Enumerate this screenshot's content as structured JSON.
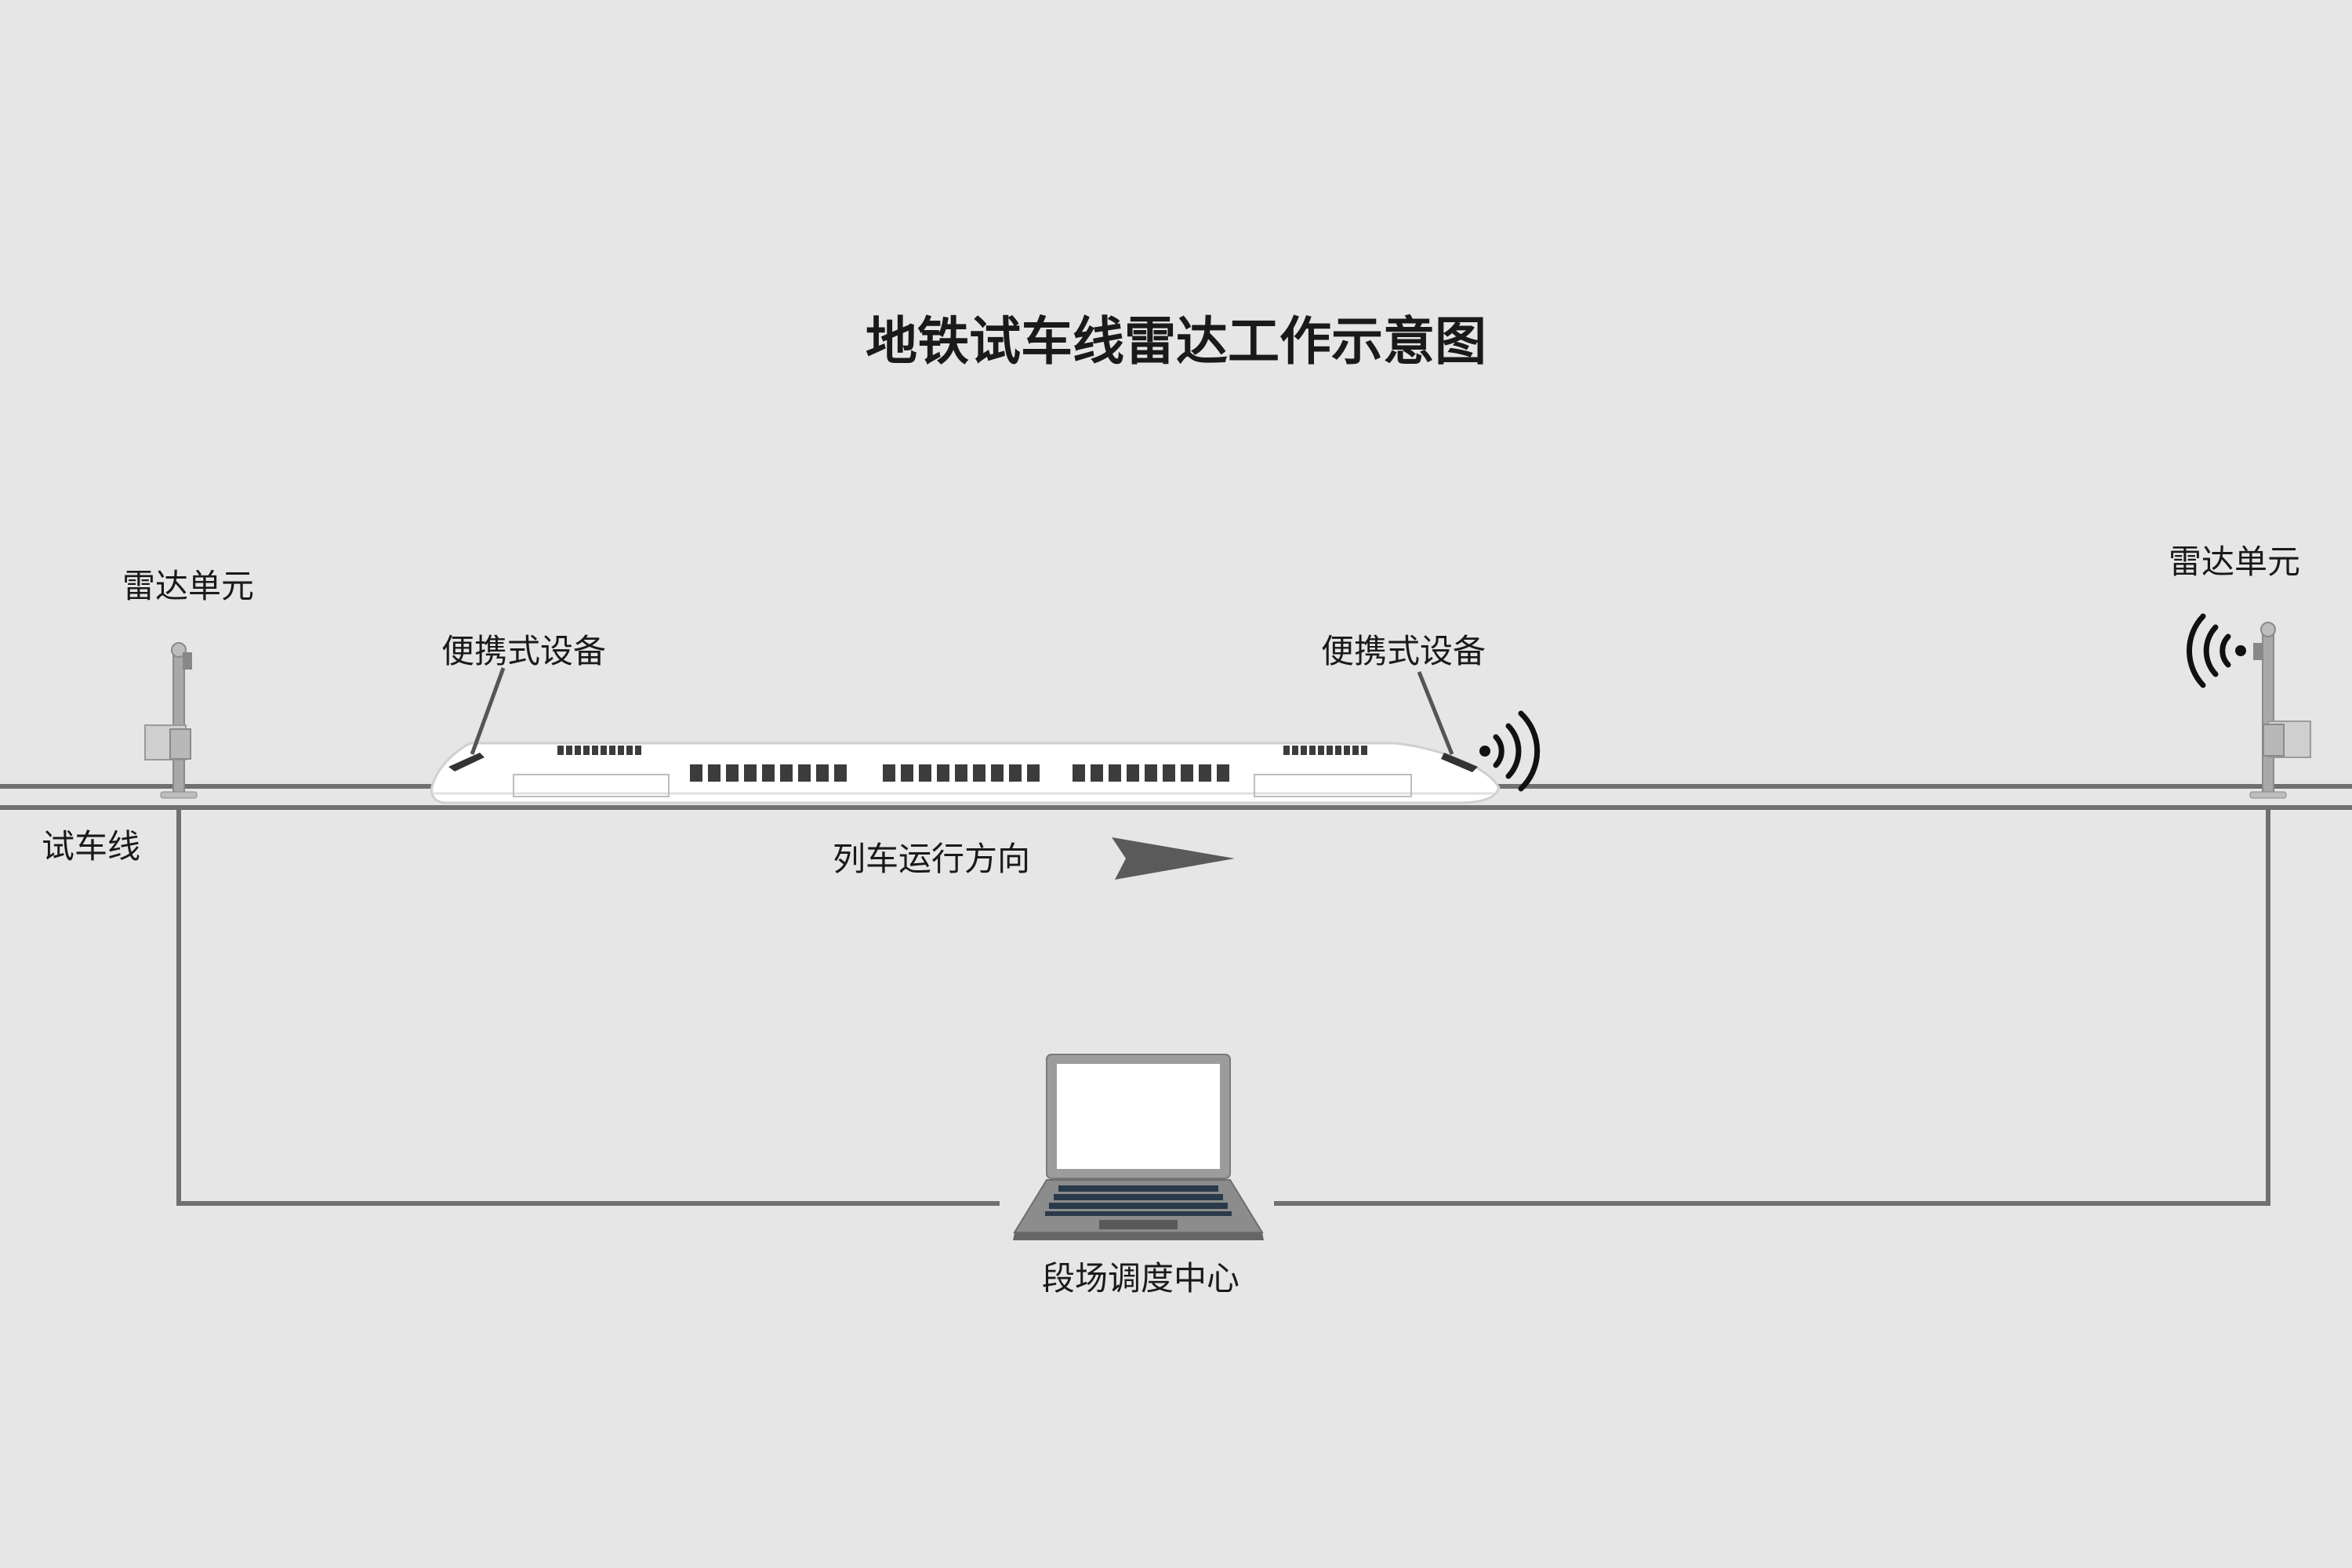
{
  "title": "地铁试车线雷达工作示意图",
  "labels": {
    "radar_left": "雷达单元",
    "radar_right": "雷达单元",
    "device_left": "便携式设备",
    "device_right": "便携式设备",
    "test_line": "试车线",
    "direction": "列车运行方向",
    "dispatch_center": "段场调度中心"
  },
  "colors": {
    "background": "#e6e6e6",
    "line": "#707070",
    "text": "#1a1a1a",
    "train_body": "#ffffff",
    "window": "#3c3c3c",
    "arrow": "#5a5a5a"
  }
}
